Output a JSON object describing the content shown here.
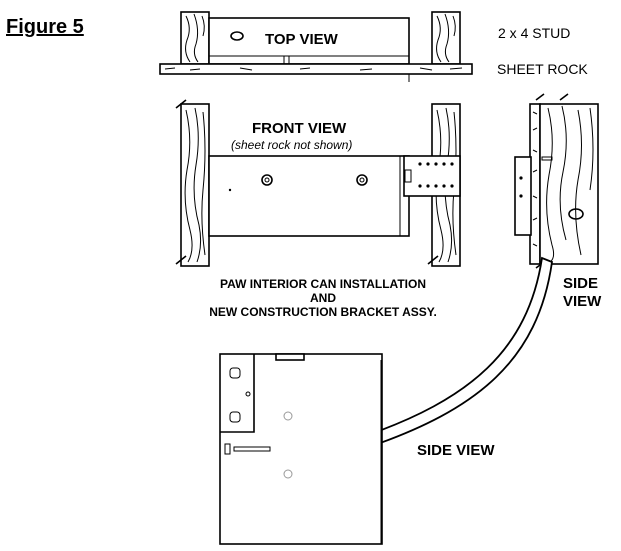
{
  "figure_title": "Figure 5",
  "top_view": {
    "title": "TOP VIEW",
    "label_stud": "2 x 4 STUD",
    "label_sheetrock": "SHEET ROCK"
  },
  "front_view": {
    "title": "FRONT VIEW",
    "subtitle": "(sheet rock not shown)"
  },
  "caption": {
    "line1": "PAW INTERIOR CAN INSTALLATION",
    "line2": "AND",
    "line3": "NEW CONSTRUCTION BRACKET ASSY."
  },
  "side_view_small": {
    "label_line1": "SIDE",
    "label_line2": "VIEW"
  },
  "side_view_large": {
    "label": "SIDE VIEW"
  }
}
